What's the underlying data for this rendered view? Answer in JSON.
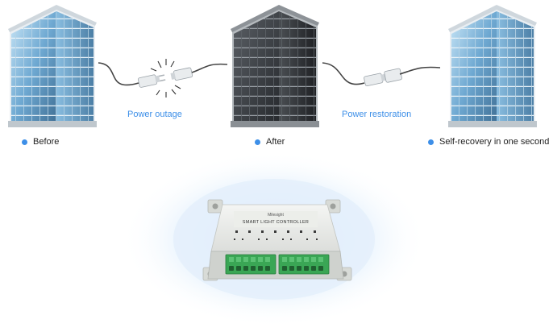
{
  "colors": {
    "accent": "#3d8fe8",
    "glow": "#e6f1fb"
  },
  "stages": [
    {
      "label": "Before"
    },
    {
      "label": "After"
    },
    {
      "label": "Self-recovery in one second"
    }
  ],
  "captions": {
    "outage": "Power outage",
    "restoration": "Power restoration"
  },
  "device": {
    "brand": "Milesight",
    "title": "SMART LIGHT CONTROLLER"
  },
  "icons": {
    "building": "building-icon",
    "plug": "power-plug-icon"
  }
}
